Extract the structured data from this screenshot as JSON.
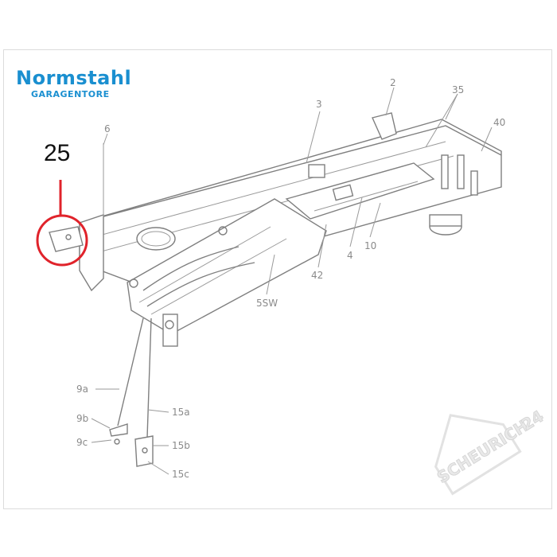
{
  "brand": {
    "name": "Normstahl",
    "subtitle": "GARAGENTORE"
  },
  "callout": {
    "number": "25",
    "color": "#e0232b"
  },
  "watermark": {
    "text": "SCHEURICH",
    "suffix": "24"
  },
  "part_labels": {
    "p2": "2",
    "p35": "35",
    "p40": "40",
    "p3": "3",
    "p6": "6",
    "p42": "42",
    "p4": "4",
    "p10": "10",
    "p5sw": "5SW",
    "p9a": "9a",
    "p9b": "9b",
    "p9c": "9c",
    "p15a": "15a",
    "p15b": "15b",
    "p15c": "15c"
  },
  "colors": {
    "brand": "#1a8fd0",
    "line_art": "#7f7f7f",
    "callout_circle": "#e0232b"
  }
}
